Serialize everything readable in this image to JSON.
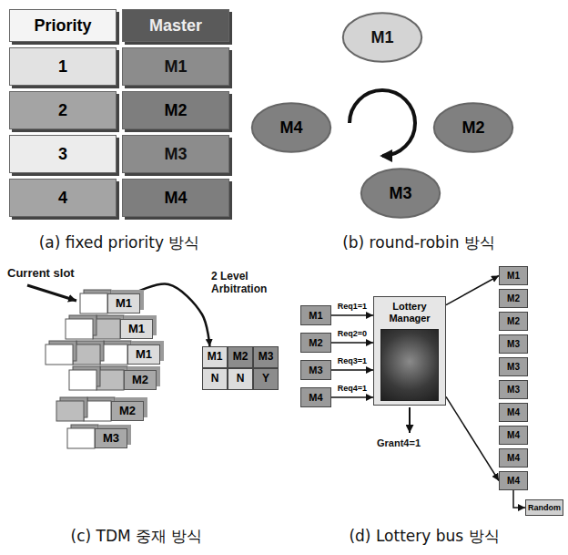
{
  "diagram": {
    "nodes": [
      {
        "text": [
          "Priority"
        ]
      },
      {
        "text": [
          "Master"
        ]
      },
      {
        "text": [
          "1"
        ]
      },
      {
        "text": [
          "M1"
        ]
      },
      {
        "text": [
          "2"
        ]
      },
      {
        "text": [
          "M2"
        ]
      },
      {
        "text": [
          "3"
        ]
      },
      {
        "text": [
          "M3"
        ]
      },
      {
        "text": [
          "4"
        ]
      },
      {
        "text": [
          "M4"
        ]
      },
      {
        "text": [
          "M1"
        ]
      },
      {
        "text": [
          "M2"
        ]
      },
      {
        "text": [
          "M3"
        ]
      },
      {
        "text": [
          "M4"
        ]
      },
      {
        "text": [
          "M1"
        ]
      },
      {
        "text": [
          "M1"
        ]
      },
      {
        "text": [
          "M1"
        ]
      },
      {
        "text": [
          "M2"
        ]
      },
      {
        "text": [
          "M2"
        ]
      },
      {
        "text": [
          "M3"
        ]
      },
      {
        "text": [
          "M1"
        ]
      },
      {
        "text": [
          "M2"
        ]
      },
      {
        "text": [
          "M3"
        ]
      },
      {
        "text": [
          "N"
        ]
      },
      {
        "text": [
          "N"
        ]
      },
      {
        "text": [
          "Y"
        ]
      },
      {
        "text": [
          "M1"
        ]
      },
      {
        "text": [
          "M2"
        ]
      },
      {
        "text": [
          "M3"
        ]
      },
      {
        "text": [
          "M4"
        ]
      },
      {
        "text": [
          "Lottery Manager"
        ]
      },
      {
        "text": [
          "M1"
        ]
      },
      {
        "text": [
          "M2"
        ]
      },
      {
        "text": [
          "M2"
        ]
      },
      {
        "text": [
          "M3"
        ]
      },
      {
        "text": [
          "M3"
        ]
      },
      {
        "text": [
          "M3"
        ]
      },
      {
        "text": [
          "M4"
        ]
      },
      {
        "text": [
          "M4"
        ]
      },
      {
        "text": [
          "M4"
        ]
      },
      {
        "text": [
          "M4"
        ]
      },
      {
        "text": [
          "Random"
        ]
      }
    ],
    "edges": [
      {
        "from": 26,
        "to": 30,
        "arrow": "to",
        "label": "Req1=1"
      },
      {
        "from": 27,
        "to": 30,
        "arrow": "to",
        "label": "Req2=0"
      },
      {
        "from": 28,
        "to": 30,
        "arrow": "to",
        "label": "Req3=1"
      },
      {
        "from": 29,
        "to": 30,
        "arrow": "to",
        "label": "Req4=1"
      },
      {
        "from": 30,
        "to": 31,
        "arrow": "to"
      },
      {
        "from": 30,
        "to": 40,
        "arrow": "to"
      },
      {
        "from": 40,
        "to": 41,
        "arrow": "to"
      },
      {
        "from": 14,
        "to": 20,
        "arrow": "to"
      }
    ],
    "labels": [
      "(a) fixed priority 방식",
      "(b) round-robin 방식",
      "Current slot",
      "2 Level Arbitration",
      "Grant4=1",
      "(c) TDM 중재 방식",
      "(d) Lottery bus 방식"
    ]
  }
}
